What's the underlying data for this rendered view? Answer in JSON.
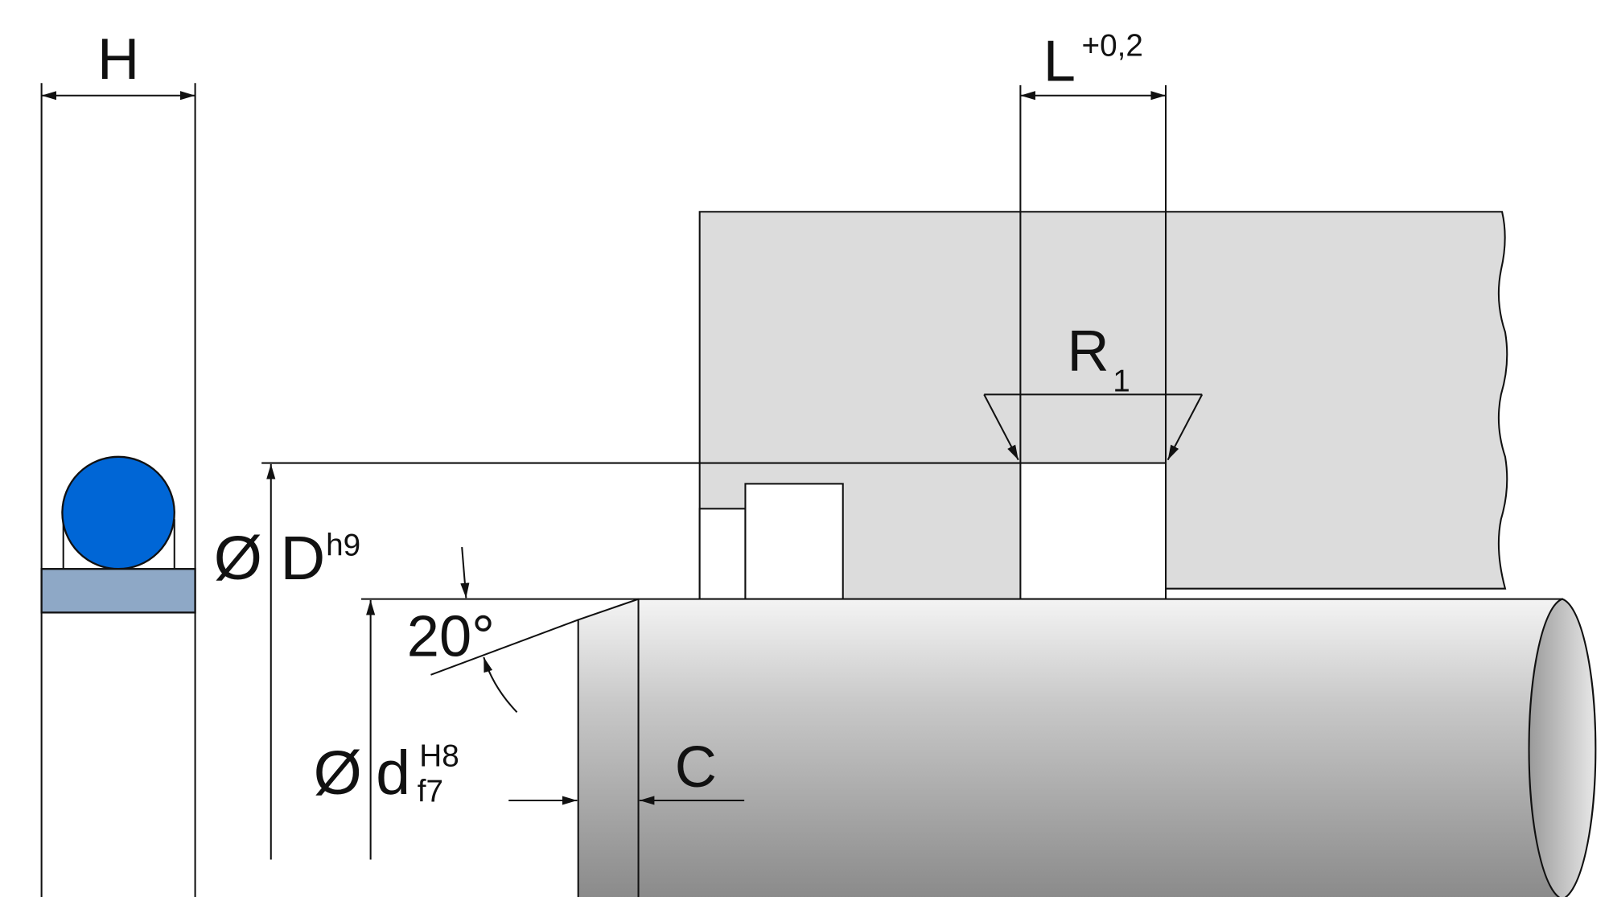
{
  "labels": {
    "width_symbol": "H",
    "groove_length": "L",
    "groove_length_tolerance": "+0,2",
    "radius": "R",
    "radius_index": "1",
    "diameter_symbol": "Ø",
    "bore_diameter": "D",
    "bore_tolerance": "h9",
    "shaft_diameter": "d",
    "shaft_tolerance_upper": "H8",
    "shaft_tolerance_lower": "f7",
    "chamfer_angle": "20°",
    "chamfer_length": "C"
  },
  "colors": {
    "oring": "#0066d6",
    "backup_ring": "#8ea8c6",
    "housing": "#dcdcdc"
  }
}
